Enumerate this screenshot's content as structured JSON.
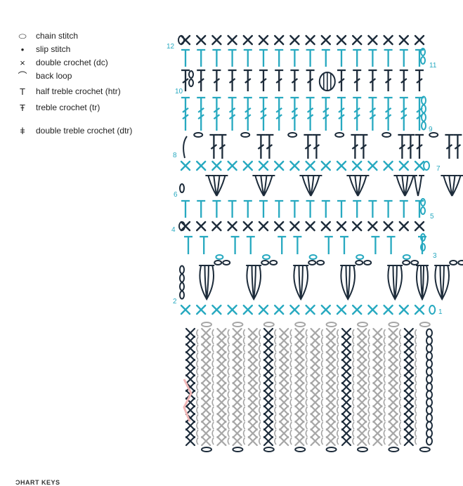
{
  "legend": [
    {
      "icon": "chain-stitch-icon",
      "glyph": "⬭",
      "label": "chain stitch"
    },
    {
      "icon": "slip-stitch-icon",
      "glyph": "•",
      "label": "slip stitch"
    },
    {
      "icon": "double-crochet-icon",
      "glyph": "×",
      "label": "double crochet (dc)"
    },
    {
      "icon": "back-loop-icon",
      "glyph": "⌒",
      "label": "back loop"
    },
    {
      "icon": "half-treble-crochet-icon",
      "glyph": "T",
      "label": "half treble crochet (htr)"
    },
    {
      "icon": "treble-crochet-icon",
      "glyph": "Ŧ",
      "label": "treble crochet (tr)"
    },
    {
      "icon": "double-treble-crochet-icon",
      "glyph": "ǂ",
      "label": "double treble crochet (dtr)"
    }
  ],
  "row_labels": [
    "1",
    "2",
    "3",
    "4",
    "5",
    "6",
    "7",
    "8",
    "9",
    "10",
    "11",
    "12"
  ],
  "footer": "ƆHART KEYS",
  "colors": {
    "dark": "#1c2b3a",
    "teal": "#27a9c0",
    "gray": "#a6a6a6",
    "pink": "#f2b8b8"
  }
}
